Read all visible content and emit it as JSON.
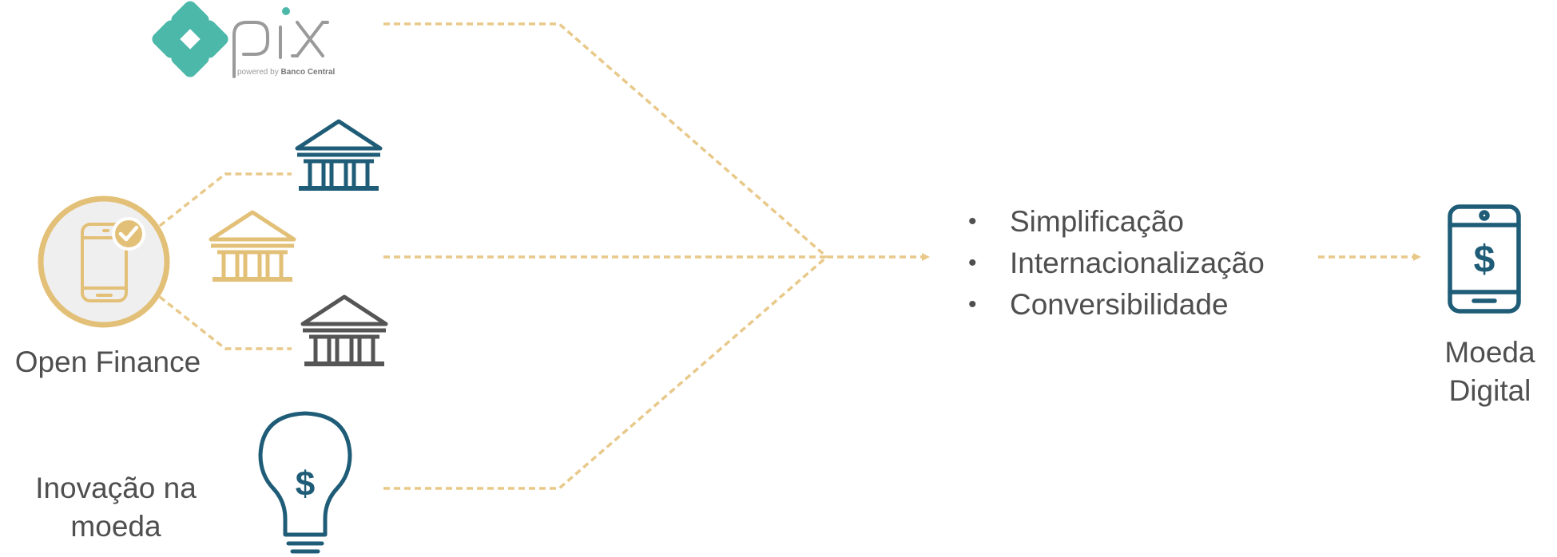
{
  "pix_logo": {
    "wordmark": "pix",
    "tagline_prefix": "powered by ",
    "tagline_brand": "Banco Central"
  },
  "open_finance": {
    "label": "Open Finance"
  },
  "innovation": {
    "label_line1": "Inovação na",
    "label_line2": "moeda"
  },
  "benefits": [
    "Simplificação",
    "Internacionalização",
    "Conversibilidade"
  ],
  "result": {
    "label_line1": "Moeda",
    "label_line2": "Digital"
  },
  "icons": {
    "pix": "pix-diamond-icon",
    "phone_check": "phone-check-icon",
    "bank_blue": "bank-icon",
    "bank_gold": "bank-icon",
    "bank_gray": "bank-icon",
    "lightbulb": "lightbulb-dollar-icon",
    "phone_dollar": "phone-dollar-icon"
  },
  "colors": {
    "connector": "#e8c98a",
    "pix_teal": "#4bb8a9",
    "pix_gray": "#9a9a9a",
    "navy": "#1f5c77",
    "gold": "#e3c077",
    "gray_dark": "#555555",
    "circle_fill": "#efefef"
  }
}
